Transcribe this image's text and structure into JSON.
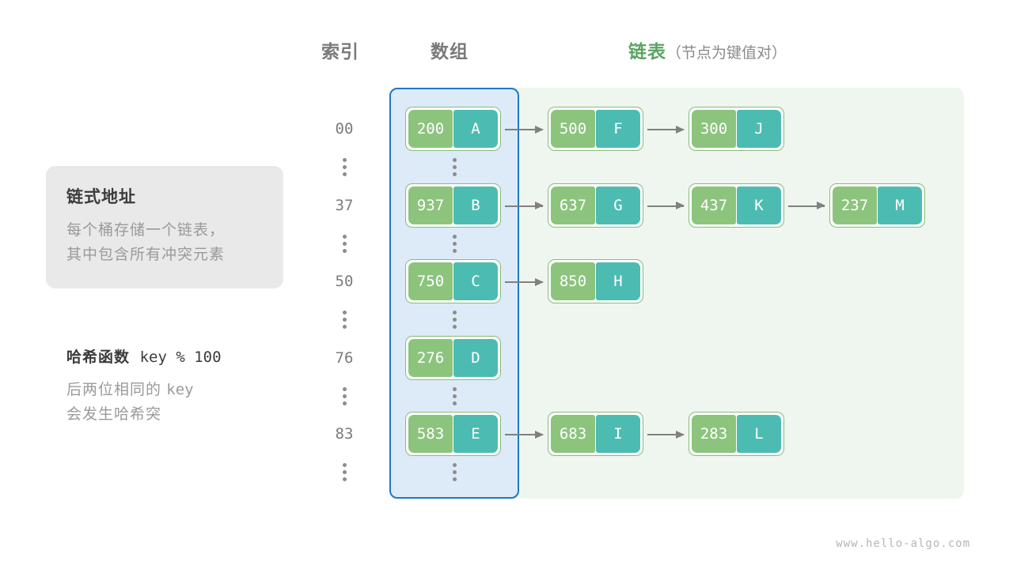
{
  "headers": {
    "index": "索引",
    "array": "数组",
    "list_main": "链表",
    "list_sub": "（节点为键值对）"
  },
  "info_card": {
    "title": "链式地址",
    "line1": "每个桶存储一个链表，",
    "line2": "其中包含所有冲突元素"
  },
  "hash_note": {
    "label": "哈希函数",
    "expression": "key % 100",
    "line1_pre": "后两位相同的 ",
    "line1_kw": "key",
    "line2": "会发生哈希突"
  },
  "colors": {
    "key_box": "#8cc47e",
    "value_box": "#4cbcb2",
    "node_border": "#86bd76",
    "array_panel_fill": "#dcebf7",
    "array_panel_border": "#1f78c1",
    "list_panel_fill": "#eff6ef",
    "arrow": "#808080",
    "accent_green_text": "#5aa463"
  },
  "buckets": [
    {
      "index": "00",
      "nodes": [
        {
          "key": "200",
          "value": "A"
        },
        {
          "key": "500",
          "value": "F"
        },
        {
          "key": "300",
          "value": "J"
        }
      ]
    },
    {
      "index": "37",
      "nodes": [
        {
          "key": "937",
          "value": "B"
        },
        {
          "key": "637",
          "value": "G"
        },
        {
          "key": "437",
          "value": "K"
        },
        {
          "key": "237",
          "value": "M"
        }
      ]
    },
    {
      "index": "50",
      "nodes": [
        {
          "key": "750",
          "value": "C"
        },
        {
          "key": "850",
          "value": "H"
        }
      ]
    },
    {
      "index": "76",
      "nodes": [
        {
          "key": "276",
          "value": "D"
        }
      ]
    },
    {
      "index": "83",
      "nodes": [
        {
          "key": "583",
          "value": "E"
        },
        {
          "key": "683",
          "value": "I"
        },
        {
          "key": "283",
          "value": "L"
        }
      ]
    }
  ],
  "ellipsis_rows": 5,
  "watermark": "www.hello-algo.com"
}
